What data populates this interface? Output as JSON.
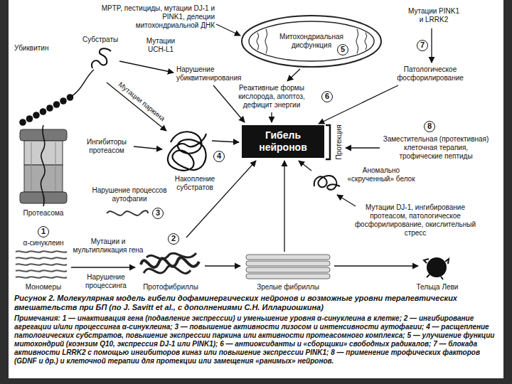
{
  "diagram": {
    "caption": "Рисунок 2. Молекулярная модель гибели дофаминергических нейронов и возможные уровни терапевтических вмешательств при БП (по J. Savitt et al., с дополнениями С.Н. Иллариошкина)",
    "nodes": [
      {
        "text": [
          "Митохондриальная дисфункция"
        ]
      },
      {
        "text": [
          "Гибель нейронов"
        ]
      }
    ],
    "labels": [
      "MPTP, пестициды, мутации DJ-1 и PINK1, делеции митохондриальной ДНК",
      "5",
      "Мутации PINK1 и LRRK2",
      "7",
      "Патологическое фосфорилирование",
      "Убиквитин",
      "Субстраты",
      "Мутации UCH-L1",
      "Нарушение убиквитинирования",
      "Мутации паркина",
      "Реактивные формы кислорода, апоптоз, дефицит энергии",
      "6",
      "8",
      "Заместительная (протективная) клеточная терапия, трофические пептиды",
      "Протекция",
      "Ингибиторы протеасом",
      "4",
      "Накопление субстратов",
      "Нарушение процессов аутофагии",
      "3",
      "Аномально «скрученный» белок",
      "Мутации DJ-1, ингибирование протеасом, патологическое фосфорилирование, окислительный стресс",
      "Протеасома",
      "1",
      "α-синуклеин",
      "Мутации и мультипликация гена",
      "2",
      "Нарушение процессинга",
      "Мономеры",
      "Протофибриллы",
      "Зрелые фибриллы",
      "Тельца Леви",
      "Примечания: 1 — инактивация гена (подавление экспрессии) и уменьшение уровня α-синуклеина в клетке; 2 — ингибирование агрегации и/или процессинга α-синуклеина; 3 — повышение активности лизосом и интенсивности аутофагии; 4 — расщепление патологических субстратов, повышение экспрессии паркина или активности протеасомного комплекса; 5 — улучшение функции митохондрий (коэнзим Q10, экспрессия DJ-1 или PINK1); 6 — антиоксиданты и «сборщики» свободных радикалов; 7 — блокада активности LRRK2 с помощью ингибиторов киназ или повышение экспрессии PINK1; 8 — применение трофических факторов (GDNF и др.) и клеточной терапии для протекции или замещения «ранимых» нейронов."
    ]
  }
}
